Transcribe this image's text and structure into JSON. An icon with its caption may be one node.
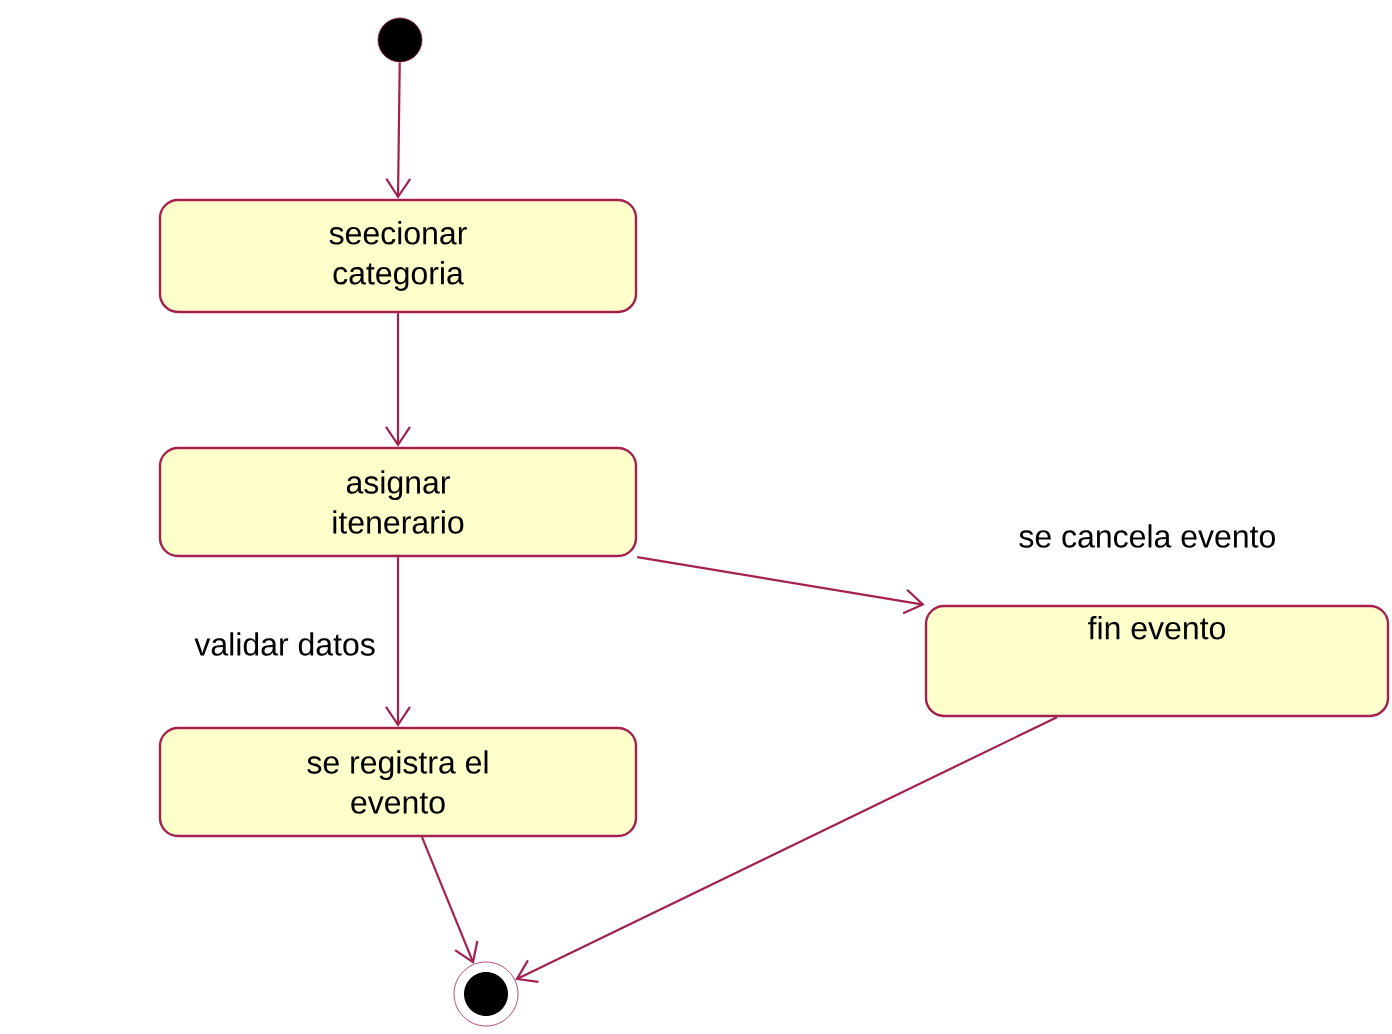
{
  "diagram": {
    "nodes": [
      {
        "text": [],
        "shape": "circle"
      },
      {
        "text": [
          "seecionar categoria"
        ]
      },
      {
        "text": [
          "asignar itenerario"
        ]
      },
      {
        "text": [
          "fin evento"
        ]
      },
      {
        "text": [
          "se registra el evento"
        ]
      },
      {
        "text": [],
        "shape": "bullseye"
      }
    ],
    "edges": [
      {
        "from": 0,
        "to": 1,
        "arrow": "to"
      },
      {
        "from": 1,
        "to": 2,
        "arrow": "to"
      },
      {
        "from": 2,
        "to": 3,
        "arrow": "to",
        "label": "se cancela evento"
      },
      {
        "from": 2,
        "to": 4,
        "arrow": "to",
        "label": "validar datos"
      },
      {
        "from": 4,
        "to": 5,
        "arrow": "to"
      },
      {
        "from": 3,
        "to": 5,
        "arrow": "to"
      }
    ]
  }
}
